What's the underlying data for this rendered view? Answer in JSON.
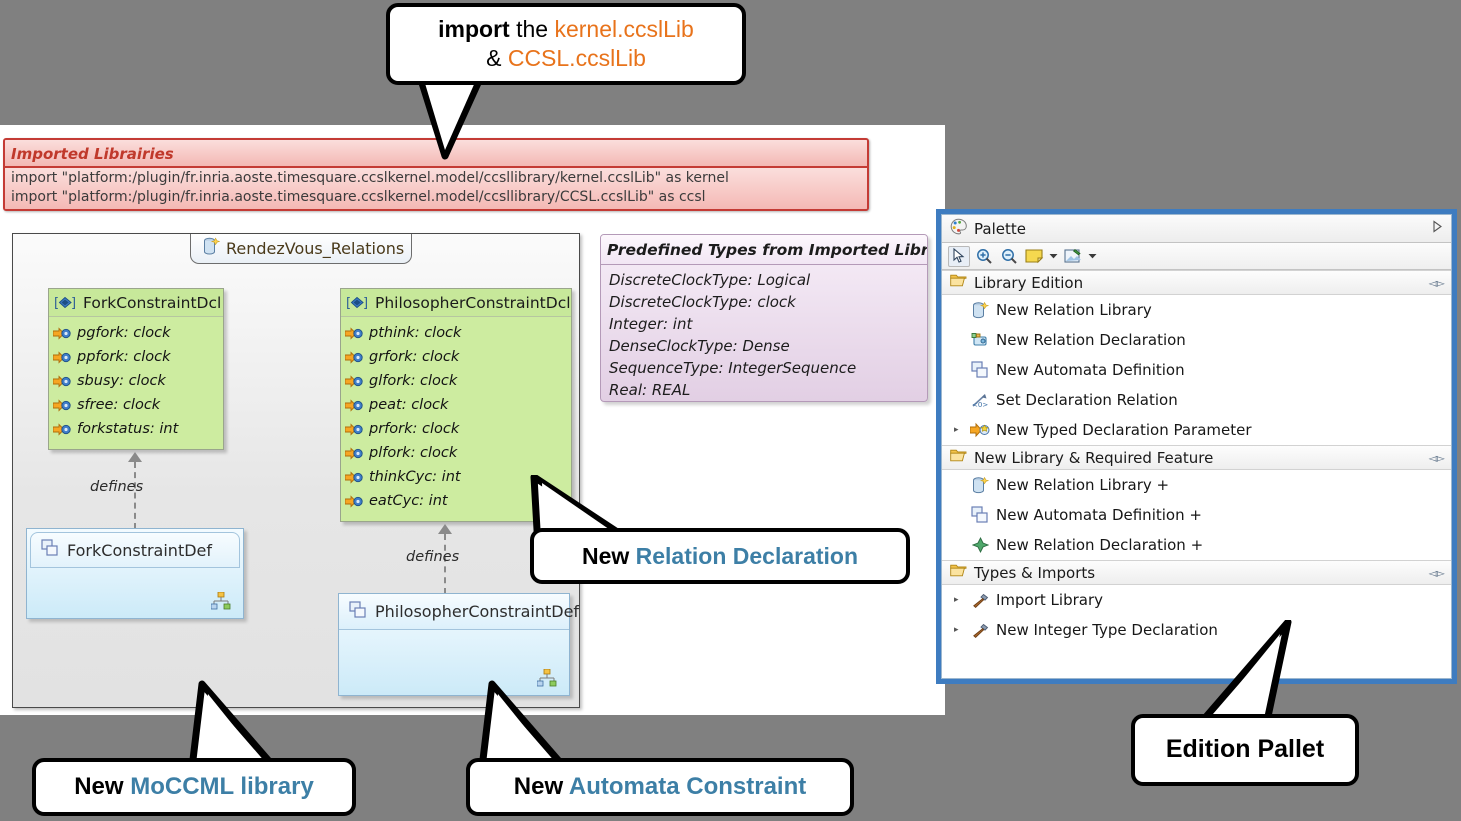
{
  "imported_libraries": {
    "header": "Imported Librairies",
    "lines": [
      "import \"platform:/plugin/fr.inria.aoste.timesquare.ccslkernel.model/ccsllibrary/kernel.ccslLib\" as kernel",
      "import \"platform:/plugin/fr.inria.aoste.timesquare.ccslkernel.model/ccsllibrary/CCSL.ccslLib\" as ccsl"
    ]
  },
  "diagram": {
    "tab_label": "RendezVous_Relations",
    "link_label_1": "defines",
    "link_label_2": "defines",
    "fork_decl": {
      "title": "ForkConstraintDcl",
      "bracket": "[",
      "bracket_close": "]",
      "attrs": [
        "pgfork: clock",
        "ppfork: clock",
        "sbusy: clock",
        "sfree: clock",
        "forkstatus: int"
      ]
    },
    "philosopher_decl": {
      "title": "PhilosopherConstraintDcl",
      "attrs": [
        "pthink: clock",
        "grfork: clock",
        "glfork: clock",
        "peat: clock",
        "prfork: clock",
        "plfork: clock",
        "thinkCyc: int",
        "eatCyc: int"
      ]
    },
    "fork_def": {
      "title": "ForkConstraintDef"
    },
    "philosopher_def": {
      "title": "PhilosopherConstraintDef"
    }
  },
  "predefined_types": {
    "header": "Predefined Types from Imported Librairies",
    "rows": [
      "DiscreteClockType: Logical",
      "DiscreteClockType: clock",
      "Integer: int",
      "DenseClockType: Dense",
      "SequenceType: IntegerSequence",
      "Real: REAL"
    ]
  },
  "palette": {
    "title": "Palette",
    "expand_icon": "triangle-right-icon",
    "toolbar": [
      {
        "name": "select-tool",
        "icon": "cursor-arrow-icon"
      },
      {
        "name": "zoom-in-tool",
        "icon": "magnifier-plus-icon"
      },
      {
        "name": "zoom-out-tool",
        "icon": "magnifier-minus-icon"
      },
      {
        "name": "note-tool",
        "icon": "note-icon"
      },
      {
        "name": "note-dropdown",
        "icon": "chevron-down-icon"
      },
      {
        "name": "note-attachment-tool",
        "icon": "note-pin-icon"
      },
      {
        "name": "note-attachment-dropdown",
        "icon": "chevron-down-icon"
      }
    ],
    "sections": [
      {
        "title": "Library Edition",
        "collapse_icon": "collapse-icon",
        "items": [
          {
            "label": "New Relation Library",
            "icon": "relation-library-icon",
            "expandable": false
          },
          {
            "label": "New Relation Declaration",
            "icon": "relation-declaration-icon",
            "expandable": false
          },
          {
            "label": "New Automata Definition",
            "icon": "automata-definition-icon",
            "expandable": false
          },
          {
            "label": "Set Declaration Relation",
            "icon": "set-declaration-relation-icon",
            "expandable": false
          },
          {
            "label": "New Typed Declaration Parameter",
            "icon": "typed-declaration-parameter-icon",
            "expandable": true
          }
        ]
      },
      {
        "title": "New Library & Required Feature",
        "collapse_icon": "collapse-icon",
        "items": [
          {
            "label": "New Relation Library +",
            "icon": "relation-library-icon",
            "expandable": false
          },
          {
            "label": "New Automata Definition +",
            "icon": "automata-definition-icon",
            "expandable": false
          },
          {
            "label": "New Relation Declaration +",
            "icon": "green-diamond-icon",
            "expandable": false
          }
        ]
      },
      {
        "title": "Types & Imports",
        "collapse_icon": "collapse-icon",
        "items": [
          {
            "label": "Import Library",
            "icon": "hammer-icon",
            "expandable": true
          },
          {
            "label": "New Integer Type Declaration",
            "icon": "hammer-icon",
            "expandable": true
          }
        ]
      }
    ]
  },
  "callouts": {
    "import": {
      "part1": "import",
      "part2": " the ",
      "part3": "kernel.ccslLib",
      "part4": "& ",
      "part5": "CCSL.ccslLib"
    },
    "relation_declaration": {
      "part1": "New ",
      "part2": "Relation Declaration"
    },
    "moccml_library": {
      "part1": "New ",
      "part2": "MoCCML library"
    },
    "automata_constraint": {
      "part1": "New ",
      "part2": "Automata Constraint"
    },
    "edition_pallet": {
      "text": "Edition Pallet"
    }
  },
  "colors": {
    "accent_blue": "#3d7fa6",
    "accent_orange": "#e8731b",
    "palette_border": "#3e7cc0",
    "declaration_green": "#cdeca0",
    "definition_blue": "#cceaf8",
    "imported_red": "#c43b35",
    "note_purple": "#e2cfe4"
  }
}
